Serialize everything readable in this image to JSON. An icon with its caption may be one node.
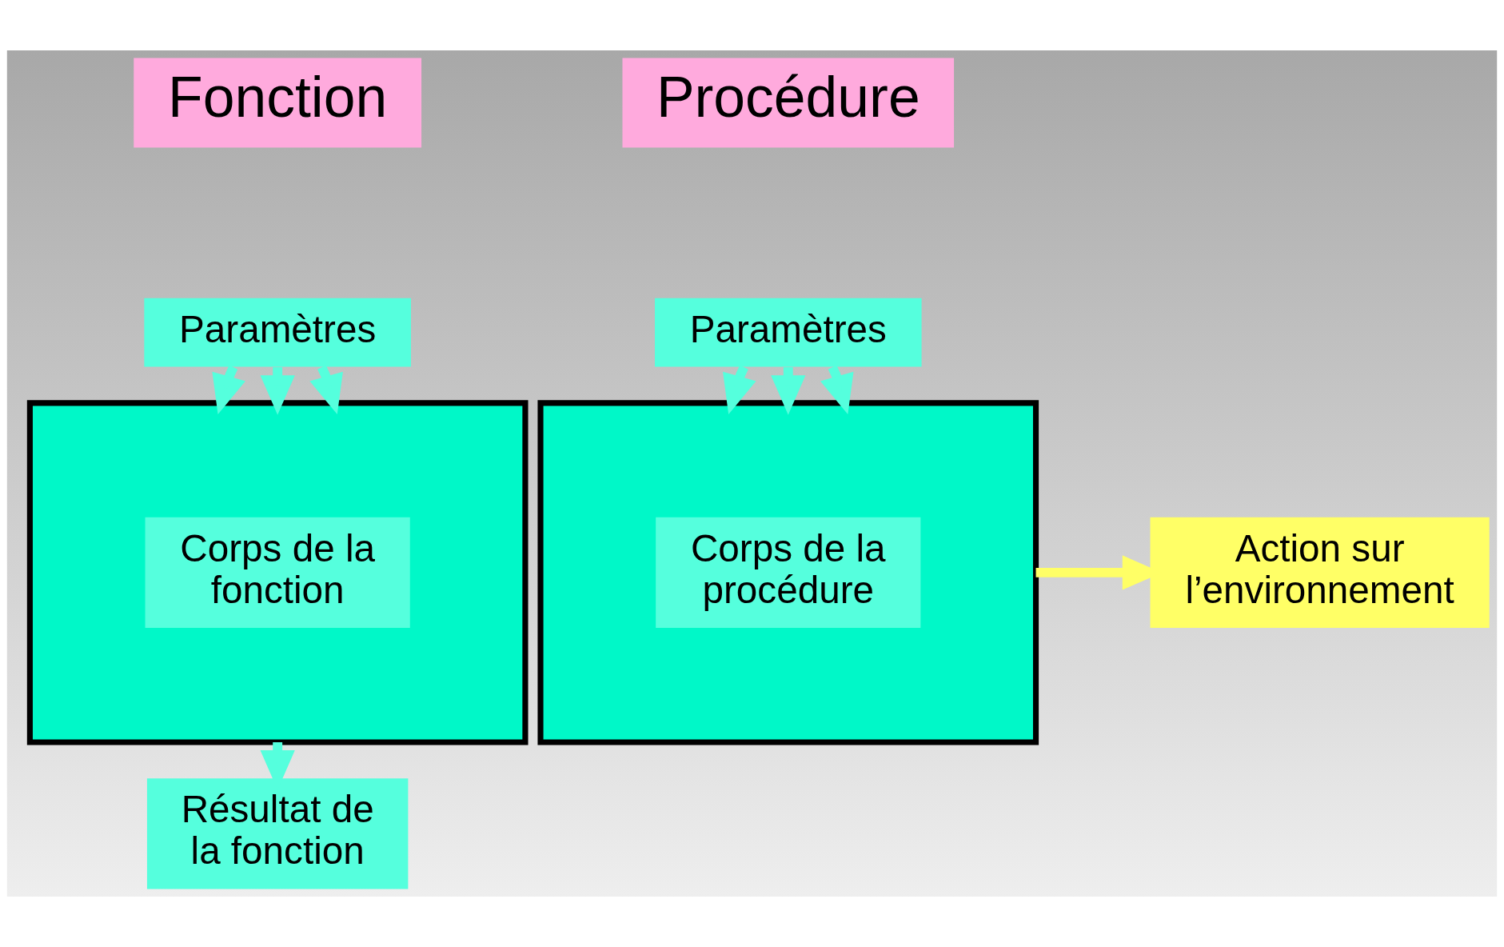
{
  "diagram": {
    "nodes": [
      {
        "text": [
          "Fonction"
        ]
      },
      {
        "text": [
          "Paramètres"
        ]
      },
      {
        "text": [],
        "shape": "box"
      },
      {
        "text": [
          "Corps de la fonction"
        ],
        "in": 2
      },
      {
        "text": [
          "Résultat de la fonction"
        ]
      },
      {
        "text": [
          "Procédure"
        ]
      },
      {
        "text": [
          "Paramètres"
        ]
      },
      {
        "text": [],
        "shape": "box"
      },
      {
        "text": [
          "Corps de la procédure"
        ],
        "in": 7
      },
      {
        "text": [
          "Action sur l’environnement"
        ]
      }
    ],
    "edges": [
      {
        "from": 1,
        "to": 2,
        "arrow": "to"
      },
      {
        "from": 1,
        "to": 2,
        "arrow": "to"
      },
      {
        "from": 1,
        "to": 2,
        "arrow": "to"
      },
      {
        "from": 2,
        "to": 4,
        "arrow": "to"
      },
      {
        "from": 6,
        "to": 7,
        "arrow": "to"
      },
      {
        "from": 6,
        "to": 7,
        "arrow": "to"
      },
      {
        "from": 6,
        "to": 7,
        "arrow": "to"
      },
      {
        "from": 7,
        "to": 9,
        "arrow": "to",
        "color": "#ffff66"
      }
    ]
  }
}
